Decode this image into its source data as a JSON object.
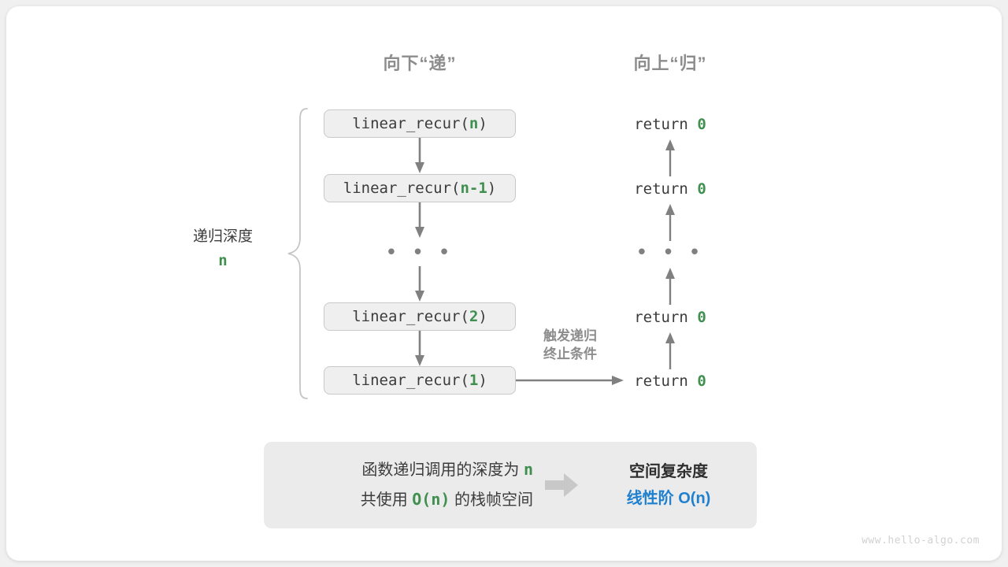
{
  "headers": {
    "down": "向下“递”",
    "up": "向上“归”"
  },
  "depth": {
    "label": "递归深度",
    "value": "n"
  },
  "calls": [
    {
      "prefix": "linear_recur(",
      "arg": "n",
      "suffix": ")"
    },
    {
      "prefix": "linear_recur(",
      "arg": "n-1",
      "suffix": ")"
    },
    {
      "prefix": "linear_recur(",
      "arg": "2",
      "suffix": ")"
    },
    {
      "prefix": "linear_recur(",
      "arg": "1",
      "suffix": ")"
    }
  ],
  "ellipsis": "• • •",
  "returns": [
    {
      "keyword": "return",
      "value": "0"
    },
    {
      "keyword": "return",
      "value": "0"
    },
    {
      "keyword": "return",
      "value": "0"
    },
    {
      "keyword": "return",
      "value": "0"
    }
  ],
  "side_note": {
    "line1": "触发递归",
    "line2": "终止条件"
  },
  "summary": {
    "left_line1_pre": "函数递归调用的深度为",
    "left_line1_val": "n",
    "left_line2_pre": "共使用",
    "left_line2_val": "O(n)",
    "left_line2_post": "的栈帧空间",
    "right_title": "空间复杂度",
    "right_value": "线性阶 O(n)"
  },
  "watermark": "www.hello-algo.com",
  "colors": {
    "green": "#3f8f4f",
    "blue": "#1f80cf",
    "gray_text": "#8c8c8c",
    "arrow": "#808080",
    "box_fill": "#efefef",
    "box_border": "#c9c9c9",
    "panel_fill": "#ebebeb",
    "watermark": "#d2d2d2"
  }
}
